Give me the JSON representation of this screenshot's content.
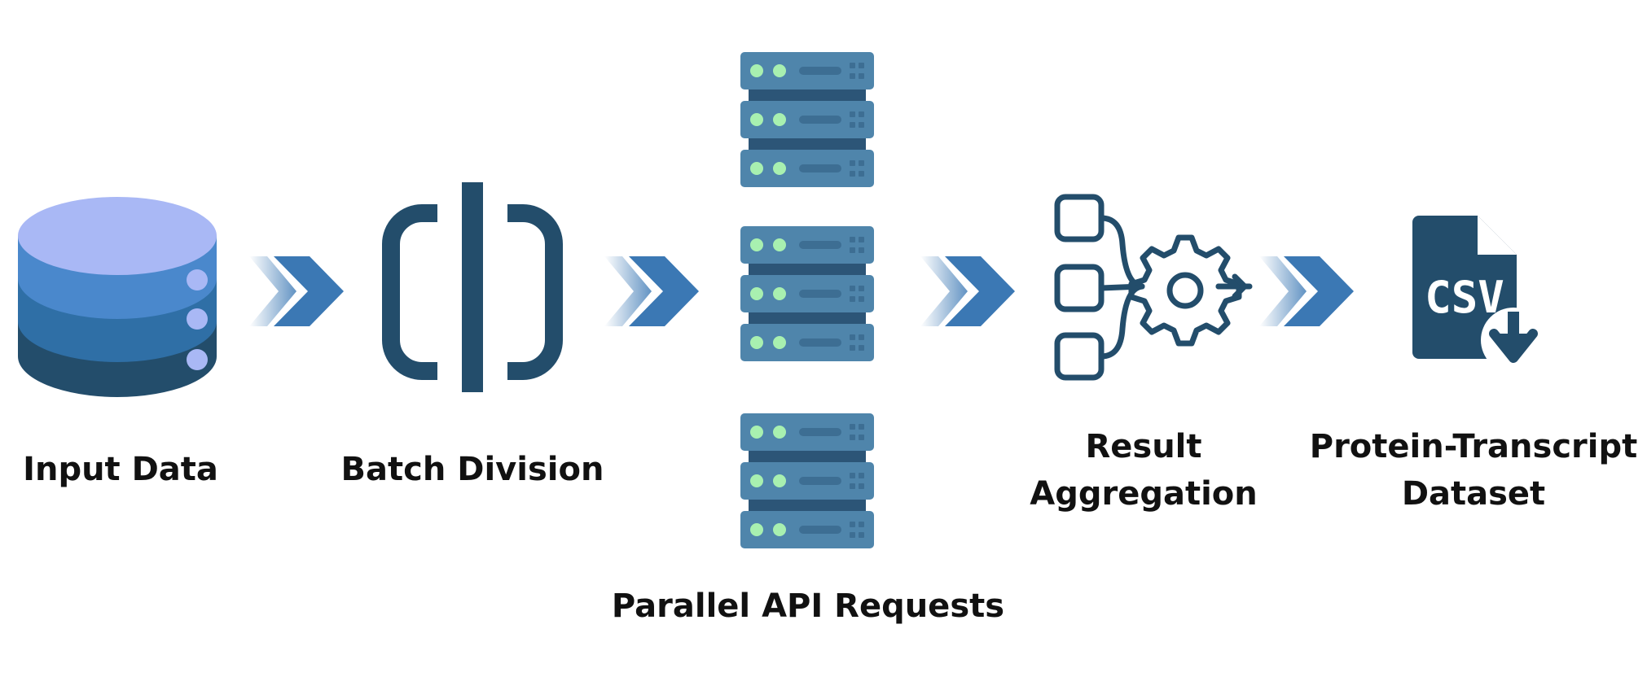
{
  "stages": [
    {
      "id": "input",
      "icon": "database-icon",
      "lines": [
        "Input Data"
      ]
    },
    {
      "id": "batch",
      "icon": "split-icon",
      "lines": [
        "Batch Division"
      ]
    },
    {
      "id": "parallel",
      "icon": "server-stack-icon",
      "lines": [
        "Parallel API Requests"
      ]
    },
    {
      "id": "aggregation",
      "icon": "aggregation-icon",
      "lines": [
        "Result",
        "Aggregation"
      ]
    },
    {
      "id": "output",
      "icon": "csv-file-icon",
      "lines": [
        "Protein-Transcript",
        "Dataset"
      ]
    }
  ],
  "csv_badge": "CSV",
  "colors": {
    "navy": "#234d6b",
    "blue_mid": "#2f6fa6",
    "blue_light": "#4a88cc",
    "db_top": "#a9b8f5",
    "server_body": "#4f85ab",
    "server_dark": "#2c5577",
    "server_led": "#a8f0b0",
    "arrow": "#3b78b4"
  }
}
